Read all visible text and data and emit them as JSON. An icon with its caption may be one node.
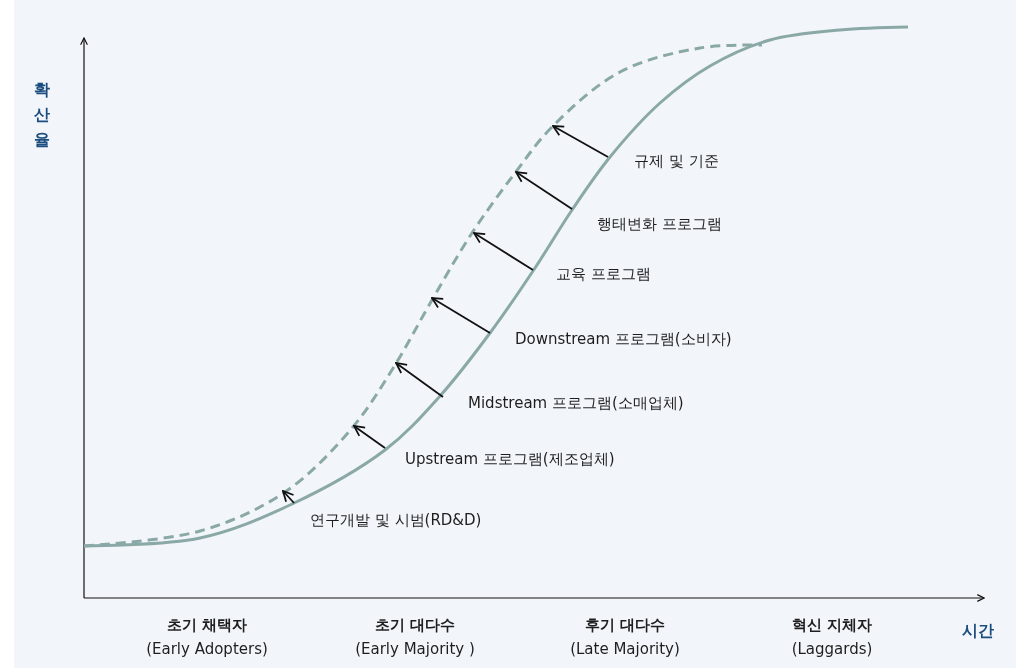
{
  "diagram": {
    "labels": [
      "확산율",
      "규제 및 기준",
      "행태변화 프로그램",
      "교육 프로그램",
      "Downstream 프로그램(소비자)",
      "Midstream 프로그램(소매업체)",
      "Upstream 프로그램(제조업체)",
      "연구개발 및 시범(RD&D)",
      "초기 채택자",
      "(Early Adopters)",
      "초기 대다수",
      "(Early Majority )",
      "후기 대다수",
      "(Late Majority)",
      "혁신 지체자",
      "(Laggards)",
      "시간"
    ]
  }
}
